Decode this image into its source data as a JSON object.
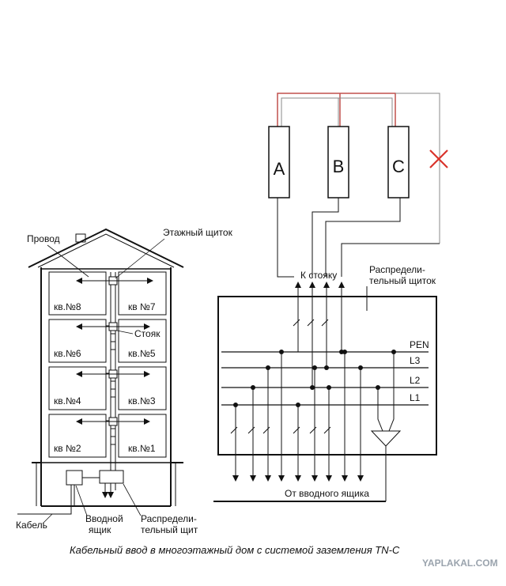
{
  "phases": {
    "a": "A",
    "b": "B",
    "c": "C"
  },
  "building": {
    "wire_label": "Провод",
    "floor_panel_label": "Этажный щиток",
    "riser_label": "Стояк",
    "apartments": [
      "кв.№8",
      "кв №7",
      "кв.№6",
      "кв.№5",
      "кв.№4",
      "кв.№3",
      "кв №2",
      "кв.№1"
    ],
    "cable_label": "Кабель",
    "input_box_label_1": "Вводной",
    "input_box_label_2": "ящик",
    "dist_board_label_1": "Распредели-",
    "dist_board_label_2": "тельный щит"
  },
  "panel": {
    "riser_label": "К стояку",
    "title_1": "Распредели-",
    "title_2": "тельный щиток",
    "buses": [
      "PEN",
      "L3",
      "L2",
      "L1"
    ],
    "input_label": "От вводного ящика"
  },
  "caption": "Кабельный ввод в многоэтажный дом с системой заземления TN-C",
  "watermark": "YAPLAKAL.COM",
  "colors": {
    "ink": "#111111",
    "red_wire": "#c0504d",
    "cross": "#d9332b"
  }
}
